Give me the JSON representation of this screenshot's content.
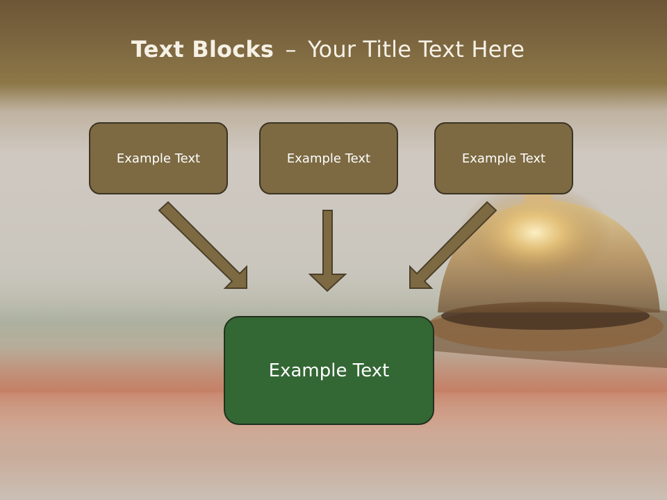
{
  "title": {
    "bold": "Text Blocks",
    "dash": "–",
    "rest": "Your Title Text Here"
  },
  "blocks": [
    {
      "label": "Example Text"
    },
    {
      "label": "Example Text"
    },
    {
      "label": "Example Text"
    }
  ],
  "target": {
    "label": "Example Text"
  },
  "colors": {
    "block_fill": "#7d6a42",
    "block_border": "#3a3324",
    "target_fill": "#336734",
    "arrow_fill": "#7d6a42",
    "title_text": "#f6f1e6"
  }
}
